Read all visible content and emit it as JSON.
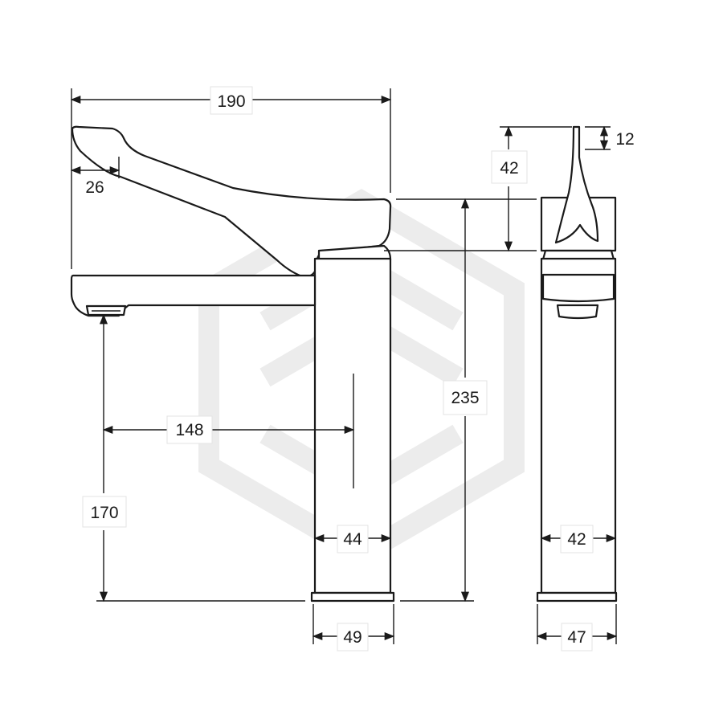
{
  "dimensions": {
    "overall_reach": "190",
    "handle_offset": "26",
    "spout_reach": "148",
    "spout_height": "170",
    "total_height": "235",
    "body_width_front": "44",
    "base_width_front": "49",
    "handle_height": "42",
    "lever_width": "12",
    "body_width_side": "42",
    "base_width_side": "47"
  },
  "colors": {
    "line": "#1a1a1a",
    "watermark": "#ececec"
  }
}
